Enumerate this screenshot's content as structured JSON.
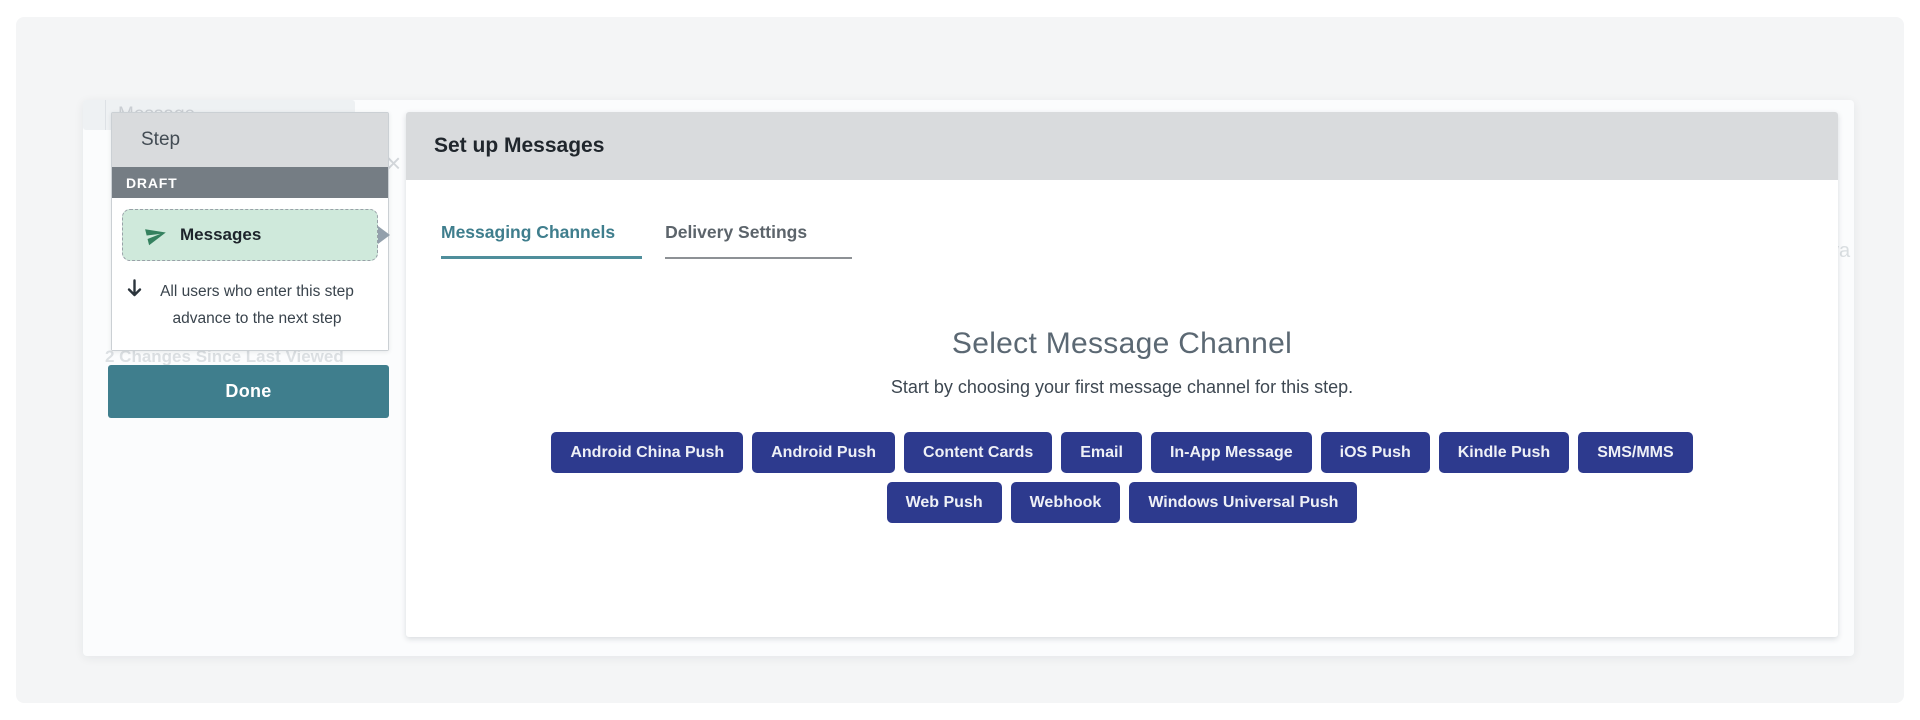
{
  "colors": {
    "accent-teal": "#3f7e8d",
    "tab-underline": "#4f8e9b",
    "channel-blue": "#2d3a8e",
    "mint": "#cfe9db",
    "mint-icon": "#35815f",
    "draft-gray": "#757d84",
    "header-gray": "#d9dbdd"
  },
  "step_panel": {
    "title": "Step",
    "status_badge": "DRAFT",
    "component_label": "Messages",
    "description": "All users who enter this step advance to the next step",
    "done_button": "Done"
  },
  "main_panel": {
    "title": "Set up Messages",
    "tabs": [
      {
        "label": "Messaging Channels",
        "active": true
      },
      {
        "label": "Delivery Settings",
        "active": false
      }
    ],
    "heading": "Select Message Channel",
    "subheading": "Start by choosing your first message channel for this step.",
    "channels_row1": [
      "Android China Push",
      "Android Push",
      "Content Cards",
      "Email",
      "In-App Message",
      "iOS Push",
      "Kindle Push",
      "SMS/MMS"
    ],
    "channels_row2": [
      "Web Push",
      "Webhook",
      "Windows Universal Push"
    ]
  },
  "background_ghosts": {
    "close_icon": "×",
    "changes_note": "2 Changes Since Last Viewed",
    "dropdown_label": "Message",
    "edge_text": "va"
  }
}
